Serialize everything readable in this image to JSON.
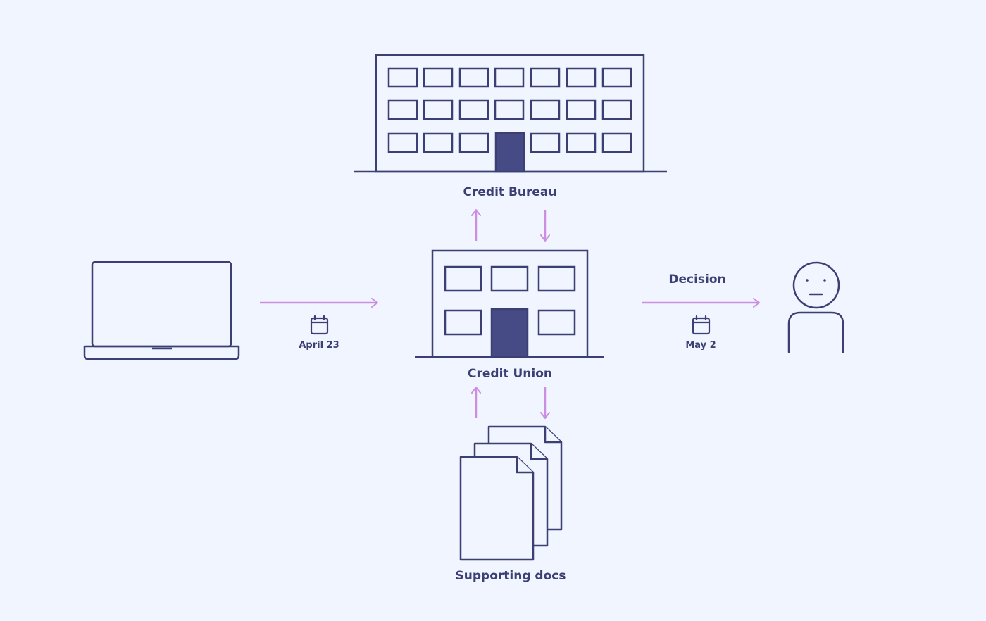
{
  "colors": {
    "background": "#f1f5ff",
    "stroke": "#3b3f73",
    "fill_dark": "#464b85",
    "arrow": "#cc8fe0"
  },
  "nodes": {
    "credit_bureau": {
      "label": "Credit Bureau",
      "icon": "office-building-icon"
    },
    "credit_union": {
      "label": "Credit Union",
      "icon": "bank-building-icon"
    },
    "supporting_docs": {
      "label": "Supporting docs",
      "icon": "documents-stack-icon"
    },
    "laptop": {
      "icon": "laptop-icon"
    },
    "person": {
      "icon": "person-icon"
    }
  },
  "edges": {
    "application": {
      "date": "April 23",
      "icon": "calendar-icon"
    },
    "decision": {
      "label": "Decision",
      "date": "May 2",
      "icon": "calendar-icon"
    }
  }
}
